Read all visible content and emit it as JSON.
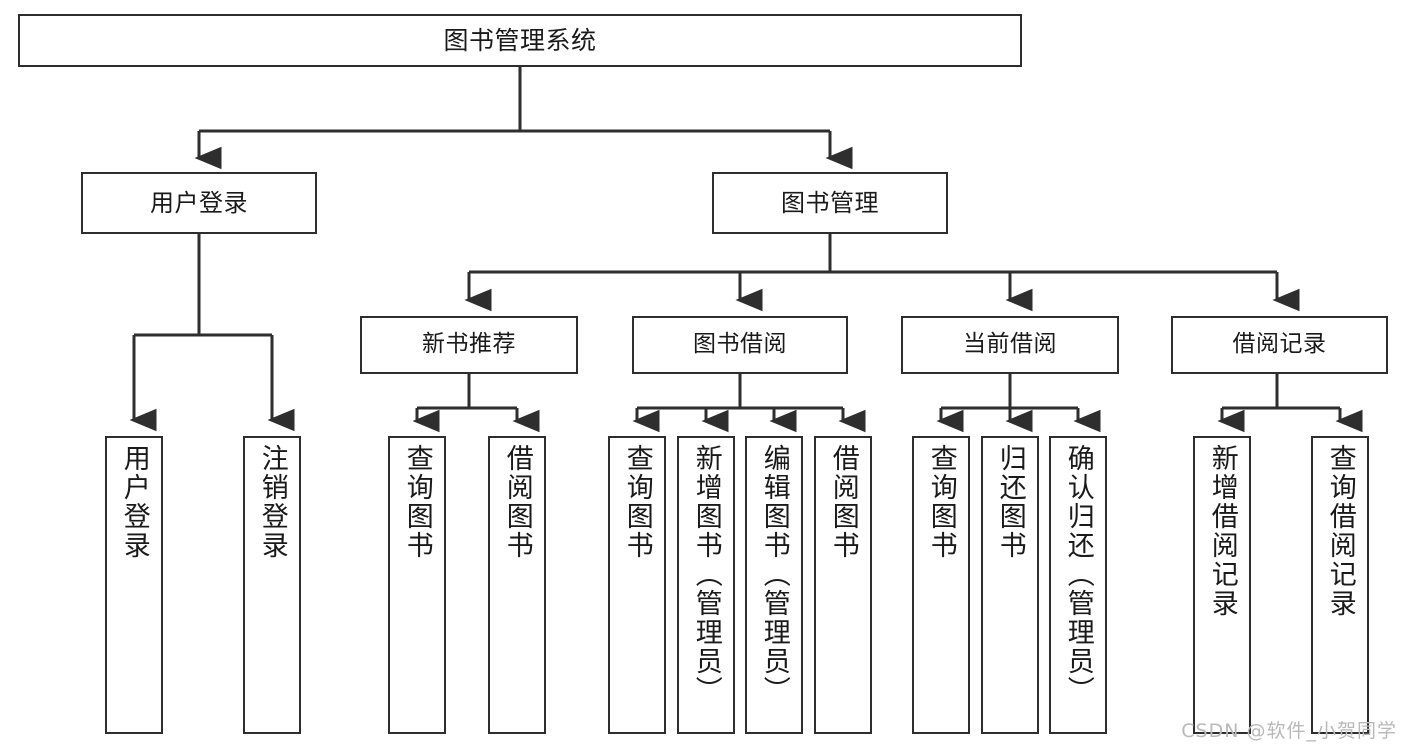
{
  "diagram": {
    "title": "图书管理系统",
    "type": "tree",
    "watermark": "CSDN @软件_小贺同学",
    "colors": {
      "box_border": "#2e2e2e",
      "box_fill": "#ffffff",
      "connector": "#2e2e2e",
      "text": "#1a1a1a",
      "watermark": "#b9b9b9",
      "background": "#ffffff"
    },
    "root": {
      "label": "图书管理系统"
    },
    "level1": [
      {
        "label": "用户登录"
      },
      {
        "label": "图书管理"
      }
    ],
    "level2": [
      {
        "label": "新书推荐"
      },
      {
        "label": "图书借阅"
      },
      {
        "label": "当前借阅"
      },
      {
        "label": "借阅记录"
      }
    ],
    "leaves": {
      "user_login": [
        {
          "label": "用户登录"
        },
        {
          "label": "注销登录"
        }
      ],
      "new_book_recommend": [
        {
          "label": "查询图书"
        },
        {
          "label": "借阅图书"
        }
      ],
      "book_borrow": [
        {
          "label": "查询图书"
        },
        {
          "label": "新增图书（管理员）"
        },
        {
          "label": "编辑图书（管理员）"
        },
        {
          "label": "借阅图书"
        }
      ],
      "current_borrow": [
        {
          "label": "查询图书"
        },
        {
          "label": "归还图书"
        },
        {
          "label": "确认归还（管理员）"
        }
      ],
      "borrow_record": [
        {
          "label": "新增借阅记录"
        },
        {
          "label": "查询借阅记录"
        }
      ]
    }
  }
}
